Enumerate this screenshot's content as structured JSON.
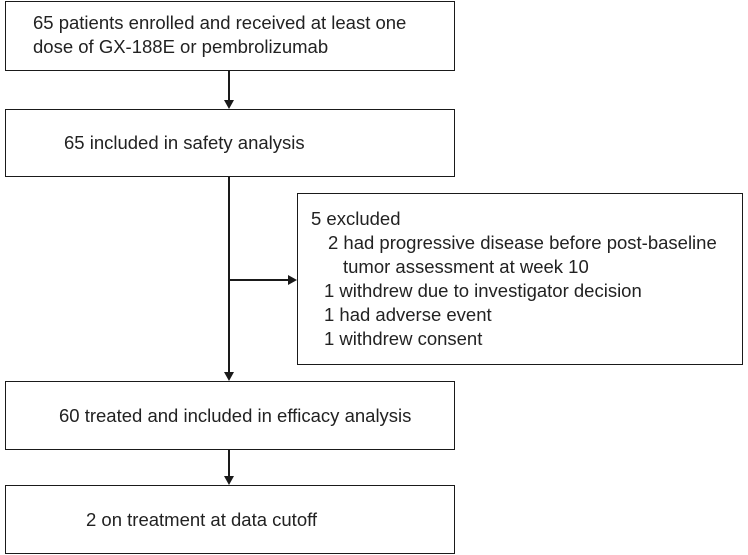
{
  "nodes": {
    "enrolled": {
      "line1": "65 patients enrolled and received at least one",
      "line2": "dose of GX-188E or pembrolizumab"
    },
    "safety": {
      "text": "65 included in safety analysis"
    },
    "excluded": {
      "title": "5 excluded",
      "reasons": [
        "2 had progressive disease before post-baseline",
        "tumor assessment at week 10",
        "1 withdrew due to investigator decision",
        "1 had adverse event",
        "1 withdrew consent"
      ]
    },
    "efficacy": {
      "text": "60 treated and included in efficacy analysis"
    },
    "on_treatment": {
      "text": "2 on treatment at data cutoff"
    }
  }
}
